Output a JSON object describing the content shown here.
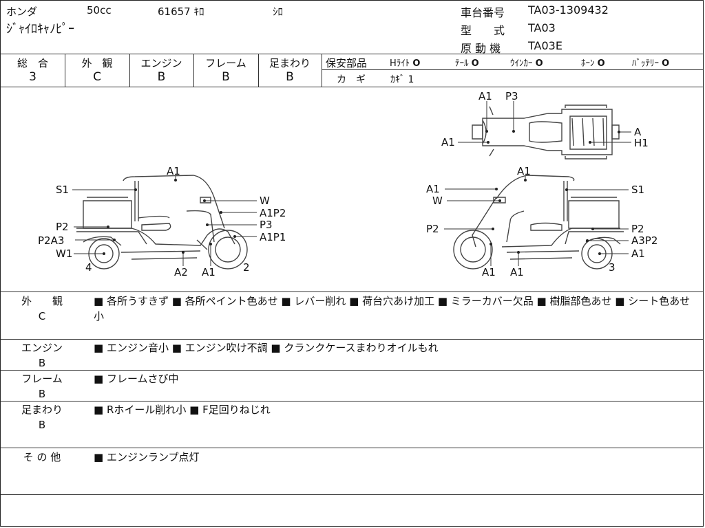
{
  "header": {
    "maker": "ホンダ",
    "displacement": "50cc",
    "mileage": "61657 ｷﾛ",
    "color": "ｼﾛ",
    "model_name": "ｼﾞｬｲﾛｷｬﾉﾋﾟｰ",
    "frame_no_label": "車台番号",
    "frame_no": "TA03-1309432",
    "type_label": "型　　式",
    "type_value": "TA03",
    "engine_label": "原 動 機",
    "engine_value": "TA03E"
  },
  "grades": {
    "overall_label": "総　合",
    "overall": "3",
    "exterior_label": "外　観",
    "exterior": "C",
    "engine_label": "エンジン",
    "engine": "B",
    "frame_label": "フレーム",
    "frame": "B",
    "suspension_label": "足まわり",
    "suspension": "B"
  },
  "safety": {
    "label": "保安部品",
    "items": [
      {
        "name": "Hﾗｲﾄ",
        "mark": "O"
      },
      {
        "name": "ﾃｰﾙ",
        "mark": "O"
      },
      {
        "name": "ｳｲﾝｶｰ",
        "mark": "O"
      },
      {
        "name": "ﾎｰﾝ",
        "mark": "O"
      },
      {
        "name": "ﾊﾞｯﾃﾘｰ",
        "mark": "O"
      }
    ],
    "key_label": "カ　ギ",
    "key_value": "ｶｷﾞ 1"
  },
  "diagram": {
    "left": {
      "labels": [
        "A1",
        "S1",
        "W",
        "A1P2",
        "P3",
        "P2",
        "A1P1",
        "P2A3",
        "W1",
        "4",
        "A2",
        "A1",
        "2"
      ]
    },
    "right": {
      "labels": [
        "A1",
        "A1",
        "S1",
        "W",
        "P2",
        "P2",
        "A3P2",
        "A1",
        "A1",
        "A1",
        "3"
      ]
    },
    "top": {
      "labels": [
        "A1",
        "P3",
        "A1",
        "A",
        "H1"
      ]
    }
  },
  "conditions": [
    {
      "label": "外　　観",
      "grade": "C",
      "text": "■ 各所うすきず ■ 各所ペイント色あせ ■ レバー削れ ■ 荷台穴あけ加工 ■ ミラーカバー欠品 ■ 樹脂部色あせ ■ シート色あせ小"
    },
    {
      "label": "エンジン",
      "grade": "B",
      "text": "■ エンジン音小 ■ エンジン吹け不調 ■ クランクケースまわりオイルもれ"
    },
    {
      "label": "フレーム",
      "grade": "B",
      "text": "■ フレームさび中"
    },
    {
      "label": "足まわり",
      "grade": "B",
      "text": "■ Rホイール削れ小 ■ F足回りねじれ"
    },
    {
      "label": "そ の 他",
      "grade": "",
      "text": "■ エンジンランプ点灯"
    }
  ]
}
